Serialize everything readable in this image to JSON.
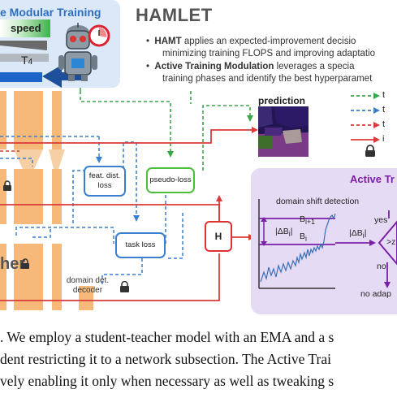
{
  "hamt_panel": {
    "title": "e Modular Training",
    "speed_label": "speed",
    "t4_label": "T",
    "t4_sub": "4"
  },
  "title": "HAMLET",
  "bullets": [
    {
      "bold": "HAMT",
      "rest": " applies an expected-improvement decisio",
      "line2": "minimizing training FLOPS and improving adaptatio"
    },
    {
      "bold": "Active Training Modulation",
      "rest": " leverages a specia",
      "line2": "training phases and identify the best hyperparamet"
    }
  ],
  "prediction_label": "prediction",
  "legend": [
    "t",
    "t",
    "t",
    "i",
    ""
  ],
  "boxes": {
    "feat_dist_loss": [
      "feat. dist.",
      "loss"
    ],
    "pseudo_loss": "pseudo-loss",
    "task_loss": "task loss",
    "h": "H",
    "domain_decoder": [
      "domain det.",
      "decoder"
    ]
  },
  "network_label": "her",
  "active_panel": {
    "title": "Active Tr",
    "domain_shift_label": "domain shift detection",
    "delta_b": "|ΔB",
    "delta_b_sub": "i",
    "delta_b_end": "|",
    "b_i1": "B",
    "b_i1_sub": "i+1",
    "b_i": "B",
    "b_i_sub": "i",
    "delta_b2": "|ΔB",
    "delta_b2_sub": "i",
    "delta_b2_end": "|",
    "yes": "yes",
    "gt": ">z",
    "no": "no",
    "no_adapt": "no adap"
  },
  "caption": [
    ". We employ a student-teacher model with an EMA and a s",
    "dent restricting it to a network subsection. The Active Trai",
    "vely enabling it only when necessary as well as tweaking s"
  ],
  "colors": {
    "blue": "#3b7fd0",
    "green": "#4bbf3a",
    "red": "#e03030",
    "purple": "#7a1fa8",
    "orange": "#f7b97a"
  }
}
